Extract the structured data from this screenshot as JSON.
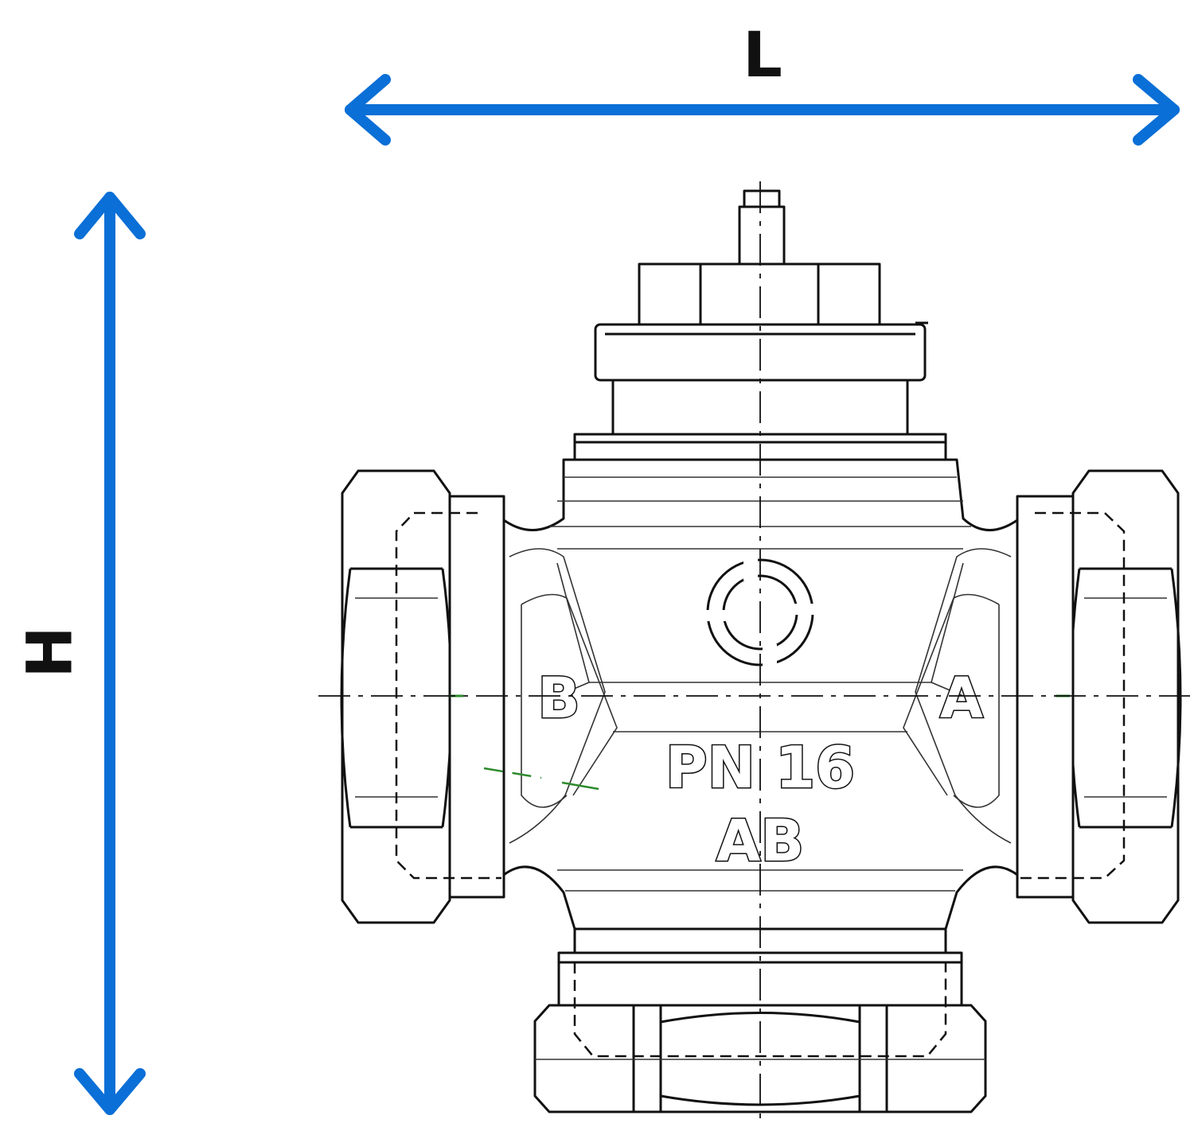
{
  "dimensions": {
    "length_label": "L",
    "height_label": "H",
    "arrow_color": "#0A6FD6"
  },
  "valve": {
    "port_left": "B",
    "port_right": "A",
    "pressure_rating": "PN 16",
    "port_bottom": "AB",
    "logo": "ring-logo-icon"
  },
  "colors": {
    "line": "#111111",
    "background": "#ffffff",
    "accent_green": "#2E8B2E"
  }
}
